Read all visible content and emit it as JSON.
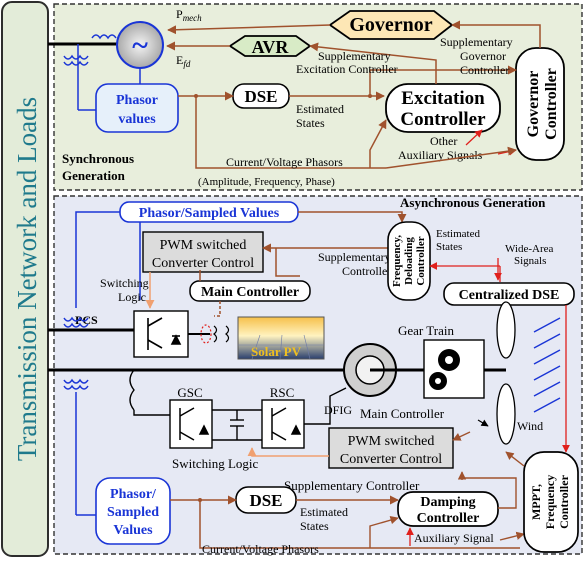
{
  "side_title": "Transmission Network and Loads",
  "sync": {
    "governor": "Governor",
    "avr": "AVR",
    "dse": "DSE",
    "excitation_controller": [
      "Excitation",
      "Controller"
    ],
    "governor_controller": [
      "Governor",
      "Controller"
    ],
    "phasor_values": [
      "Phasor",
      "values"
    ],
    "generator_symbol": "~",
    "p_mech": "P",
    "p_mech_sub": "mech",
    "e_fd": "E",
    "e_fd_sub": "fd",
    "supp_governor_controller": [
      "Supplementary",
      "Governor",
      "Controller"
    ],
    "supp_excitation_controller": [
      "Supplementary",
      "Excitation Controller"
    ],
    "estimated_states": [
      "Estimated",
      "States"
    ],
    "other_aux": [
      "Other",
      "Auxiliary Signals"
    ],
    "current_voltage_phasors": "Current/Voltage Phasors",
    "amp_freq_phase": "(Amplitude, Frequency, Phase)",
    "section_label": [
      "Synchronous",
      "Generation"
    ]
  },
  "async": {
    "section_label": "Asynchronous  Generation",
    "phasor_sampled_values": "Phasor/Sampled Values",
    "pwm_top": [
      "PWM switched",
      "Converter Control"
    ],
    "supp_controller_top": [
      "Supplementary",
      "Controller"
    ],
    "freq_deloading_controller": [
      "Frequency,",
      "Deloading",
      "Controller"
    ],
    "estimated_states_top": [
      "Estimated",
      "States"
    ],
    "wide_area_signals": [
      "Wide-Area",
      "Signals"
    ],
    "switching_logic_top": [
      "Switching",
      "Logic"
    ],
    "main_controller_top": "Main Controller",
    "centralized_dse": "Centralized DSE",
    "pcs": "PCS",
    "solar_pv": "Solar PV",
    "gear_train": "Gear Train",
    "gsc": "GSC",
    "rsc": "RSC",
    "dfig": "DFIG",
    "main_controller_bottom": "Main Controller",
    "wind": "Wind",
    "pwm_bottom": [
      "PWM switched",
      "Converter Control"
    ],
    "switching_logic_bottom": "Switching Logic",
    "supp_controller_bottom": "Supplementary Controller",
    "phasor_sampled_values_bottom": [
      "Phasor/",
      "Sampled",
      "Values"
    ],
    "dse": "DSE",
    "estimated_states_bottom": [
      "Estimated",
      "States"
    ],
    "damping_controller": [
      "Damping",
      "Controller"
    ],
    "auxiliary_signal": "Auxiliary Signal",
    "current_voltage_phasors": "Current/Voltage Phasors",
    "mppt_controller": [
      "MPPT,",
      "Frequency",
      "Controller"
    ]
  },
  "colors": {
    "sync_panel": "#e8eedc",
    "async_panel": "#e6e9f4",
    "side_panel": "#e3ecd9",
    "side_text": "#1f7a8c",
    "governor_fill": "#fde7b5",
    "avr_fill": "#d8ebc6",
    "blue_line": "#1a35d6",
    "brown_line": "#a0522d",
    "red_line": "#e0201c",
    "orange_line": "#f0a070",
    "gray_box": "#dcdcdc"
  }
}
